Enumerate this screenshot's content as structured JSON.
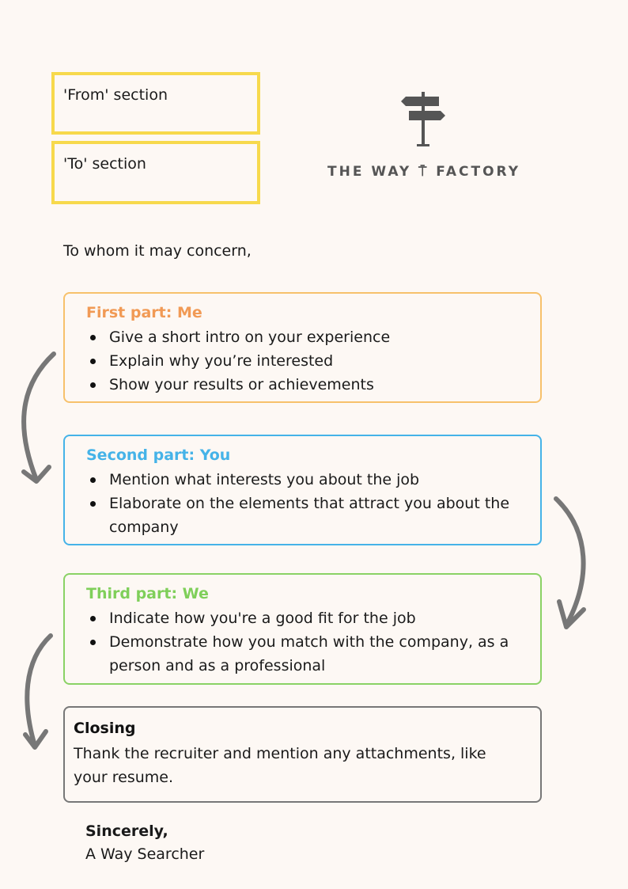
{
  "header": {
    "from_label": "'From' section",
    "to_label": "'To' section",
    "logo_text": "THE WAY ⍑ FACTORY"
  },
  "greeting": "To whom it may concern,",
  "parts": [
    {
      "title": "First part: Me",
      "color": "#f19a55",
      "border": "#f7c16b",
      "items": [
        "Give a short intro on your experience",
        "Explain why you’re interested",
        "Show your results or achievements"
      ]
    },
    {
      "title": "Second part: You",
      "color": "#45b3e8",
      "border": "#45b3e8",
      "items": [
        "Mention what interests you about the job",
        "Elaborate on the elements that attract you about the company"
      ]
    },
    {
      "title": "Third part: We",
      "color": "#7fcf5a",
      "border": "#8ad265",
      "items": [
        "Indicate how you're a good fit for the job",
        "Demonstrate how you match with the company, as a person and as a professional"
      ]
    }
  ],
  "closing": {
    "title": "Closing",
    "text": "Thank the recruiter and mention any attachments, like your resume.",
    "border": "#777777"
  },
  "signoff": {
    "line1": "Sincerely,",
    "line2": "A Way Searcher"
  }
}
